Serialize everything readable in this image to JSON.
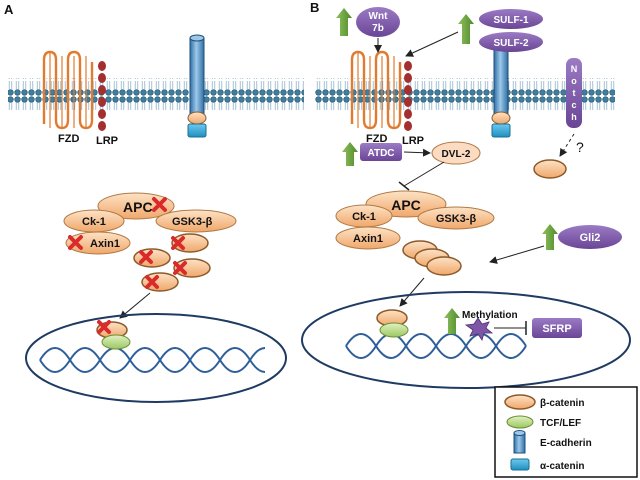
{
  "panels": {
    "a": "A",
    "b": "B"
  },
  "receptors": {
    "fzd": "FZD",
    "lrp": "LRP"
  },
  "complex": {
    "apc": "APC",
    "ck1": "Ck-1",
    "gsk3b": "GSK3-β",
    "axin1": "Axin1"
  },
  "regulators": {
    "wnt7b_line1": "Wnt",
    "wnt7b_line2": "7b",
    "sulf1": "SULF-1",
    "sulf2": "SULF-2",
    "notch_letters": [
      "N",
      "o",
      "t",
      "c",
      "h"
    ],
    "question": "?",
    "atdc": "ATDC",
    "dvl2": "DVL-2",
    "gli2": "Gli2",
    "methylation": "Methylation",
    "sfrp": "SFRP"
  },
  "legend": {
    "items": [
      {
        "label": "β-catenin",
        "icon": "beta-catenin-ellipse"
      },
      {
        "label": "TCF/LEF",
        "icon": "tcf-lef-ellipse"
      },
      {
        "label": "E-cadherin",
        "icon": "e-cadherin-cylinder"
      },
      {
        "label": "α-catenin",
        "icon": "alpha-catenin-box"
      }
    ]
  },
  "colors": {
    "beta_catenin": "#f4b183",
    "beta_catenin_dark": "#8b5a2b",
    "tcf_lef": "#b6d77a",
    "cadherin": "#5b9bd5",
    "alpha_catenin": "#2ea8d6",
    "membrane_head": "#2e6a8a",
    "receptor_fzd": "#e07b30",
    "receptor_lrp": "#9b2d2d",
    "regulator_purple": "#7d57a6",
    "up_arrow": "#6ea23f",
    "inhibit_cross": "#d92b2b",
    "nucleus_outline": "#1f3b63",
    "dna": "#2f5f9a"
  }
}
